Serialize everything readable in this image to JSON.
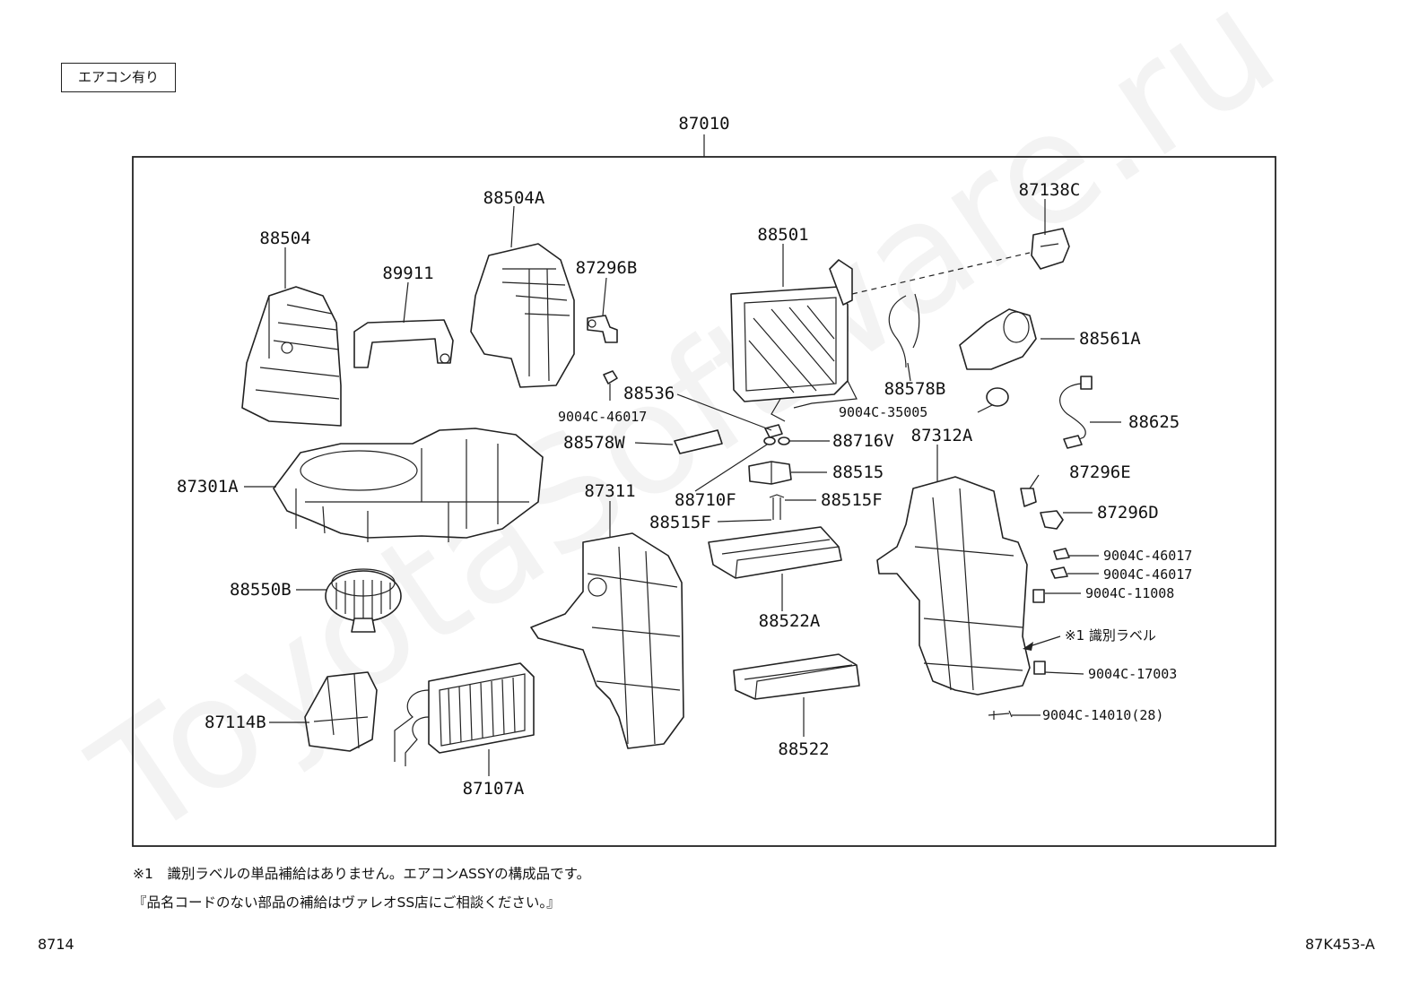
{
  "header_tag": "エアコン有り",
  "assembly_label": "87010",
  "marker_label": "※1 識別ラベル",
  "labels": {
    "p88504": "88504",
    "p88504A": "88504A",
    "p89911": "89911",
    "p87296B": "87296B",
    "p88501": "88501",
    "p87138C": "87138C",
    "p88561A": "88561A",
    "p88578B": "88578B",
    "p88536": "88536",
    "p9004C46017a": "9004C-46017",
    "p9004C35005": "9004C-35005",
    "p88625": "88625",
    "p88578W": "88578W",
    "p88716V": "88716V",
    "p87312A": "87312A",
    "p87301A": "87301A",
    "p88515": "88515",
    "p88710F": "88710F",
    "p87296E": "87296E",
    "p87311": "87311",
    "p88515Fa": "88515F",
    "p88515Fb": "88515F",
    "p87296D": "87296D",
    "p9004C46017b": "9004C-46017",
    "p9004C46017c": "9004C-46017",
    "p88550B": "88550B",
    "p9004C11008": "9004C-11008",
    "p88522A": "88522A",
    "p9004C17003": "9004C-17003",
    "p87114B": "87114B",
    "p9004C14010": "9004C-14010(28)",
    "p88522": "88522",
    "p87107A": "87107A"
  },
  "notes": [
    "※1　識別ラベルの単品補給はありません。エアコンASSYの構成品です。",
    "『品名コードのない部品の補給はヴァレオSS店にご相談ください。』"
  ],
  "page_number": "8714",
  "figure_code": "87K453-A",
  "watermark": "ToyotaSoftware.ru"
}
